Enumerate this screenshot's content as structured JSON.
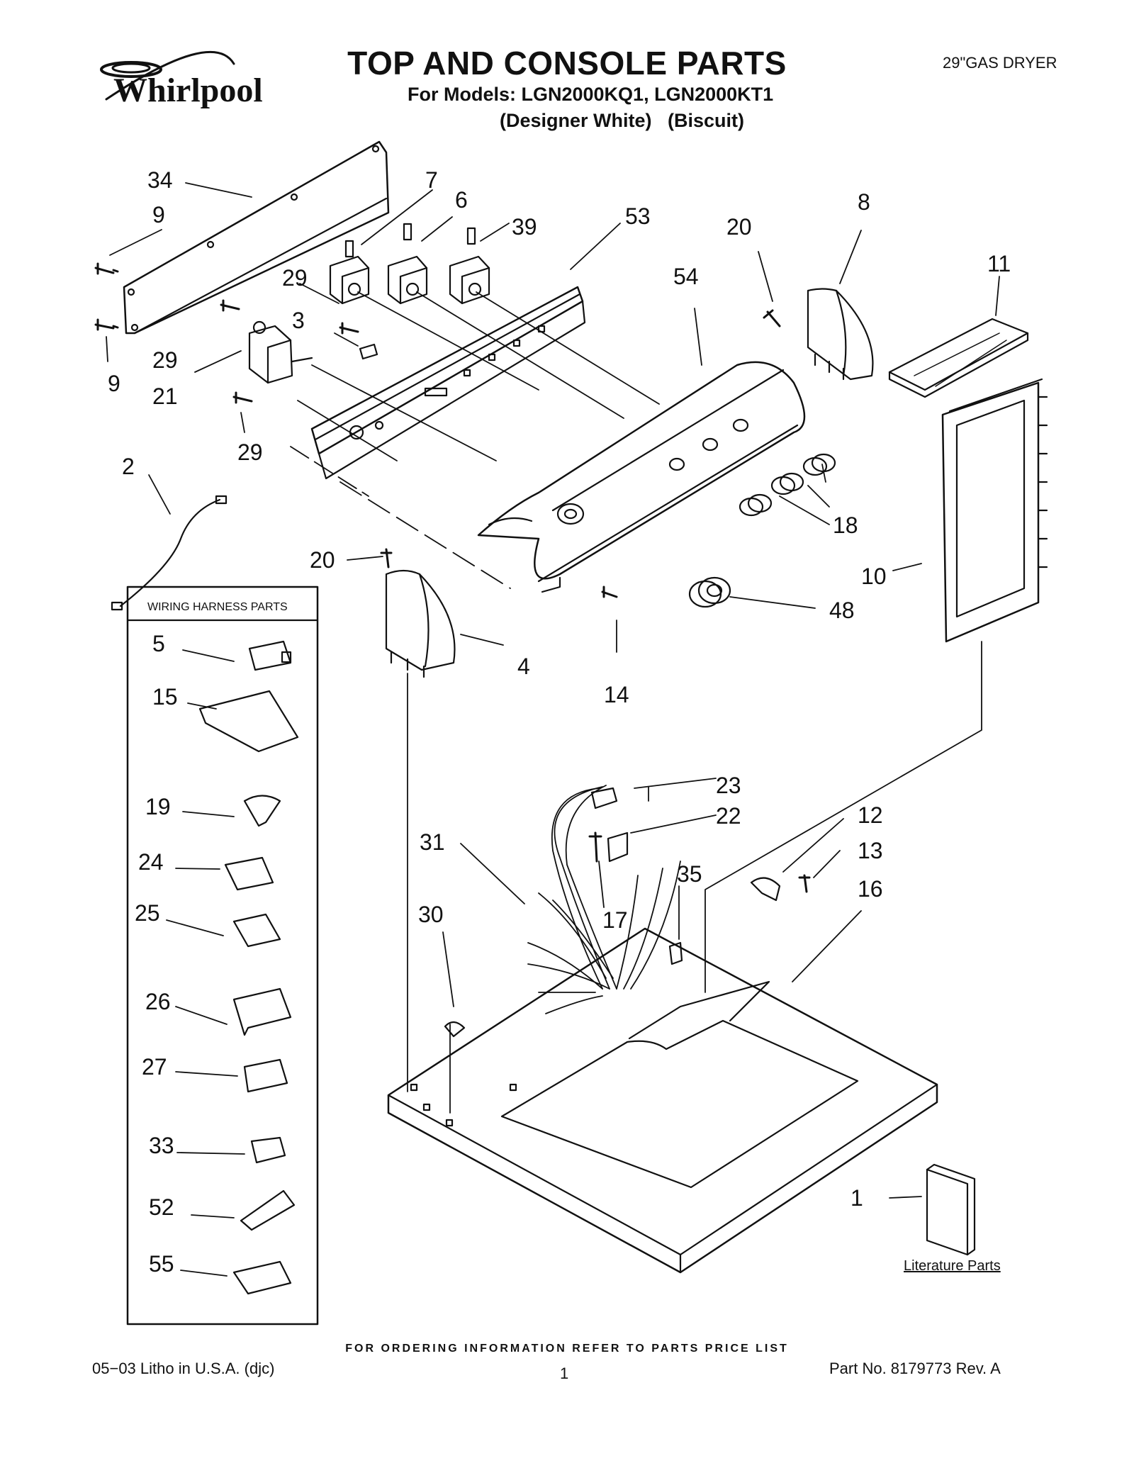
{
  "header": {
    "brand": "Whirlpool",
    "title": "TOP AND CONSOLE PARTS",
    "models_line": "For Models: LGN2000KQ1, LGN2000KT1",
    "colors_line": "(Designer White)   (Biscuit)",
    "dryer_type": "29\"GAS DRYER"
  },
  "harness_box": {
    "title": "WIRING HARNESS PARTS"
  },
  "literature": {
    "label": "Literature Parts"
  },
  "footer": {
    "ordering": "FOR ORDERING INFORMATION REFER TO PARTS PRICE LIST",
    "litho": "05−03 Litho in U.S.A. (djc)",
    "page": "1",
    "part_no": "Part No. 8179773 Rev. A"
  },
  "callouts": {
    "c34": "34",
    "c9a": "9",
    "c9b": "9",
    "c7": "7",
    "c6": "6",
    "c39": "39",
    "c53": "53",
    "c20a": "20",
    "c8": "8",
    "c11": "11",
    "c29a": "29",
    "c3": "3",
    "c29b": "29",
    "c21": "21",
    "c29c": "29",
    "c54": "54",
    "c2": "2",
    "c18": "18",
    "c20b": "20",
    "c10": "10",
    "c48": "48",
    "c4": "4",
    "c14": "14",
    "c23": "23",
    "c22": "22",
    "c12": "12",
    "c13": "13",
    "c31": "31",
    "c35": "35",
    "c16": "16",
    "c17": "17",
    "c30": "30",
    "c1": "1",
    "h5": "5",
    "h15": "15",
    "h19": "19",
    "h24": "24",
    "h25": "25",
    "h26": "26",
    "h27": "27",
    "h33": "33",
    "h52": "52",
    "h55": "55"
  }
}
